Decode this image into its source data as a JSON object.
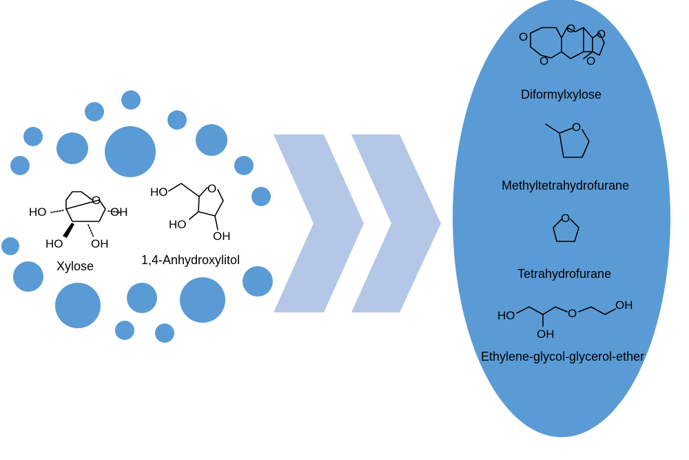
{
  "colors": {
    "bubble": "#5b9bd5",
    "chevron": "#b4c7e7",
    "product_ellipse": "#5b9bd5",
    "ink": "#000000"
  },
  "reactants": {
    "xylose": {
      "name": "Xylose",
      "atoms": [
        "HO",
        "OH",
        "HO",
        "OH",
        "O"
      ]
    },
    "anhydroxylitol": {
      "name": "1,4-Anhydroxylitol",
      "atoms": [
        "HO",
        "O",
        "HO",
        "OH"
      ]
    }
  },
  "products": {
    "diformylxylose": {
      "name": "Diformylxylose",
      "atoms": [
        "O",
        "O",
        "O",
        "O",
        "O"
      ]
    },
    "methyltetrahydrofurane": {
      "name": "Methyltetrahydrofurane",
      "atoms": [
        "O"
      ]
    },
    "tetrahydrofurane": {
      "name": "Tetrahydrofurane",
      "atoms": [
        "O"
      ]
    },
    "egge": {
      "name": "Ethylene-glycol-glycerol-ether",
      "atoms": [
        "HO",
        "OH",
        "O",
        "OH"
      ]
    }
  },
  "arrow": {
    "icon": "double-chevron-right-icon"
  }
}
